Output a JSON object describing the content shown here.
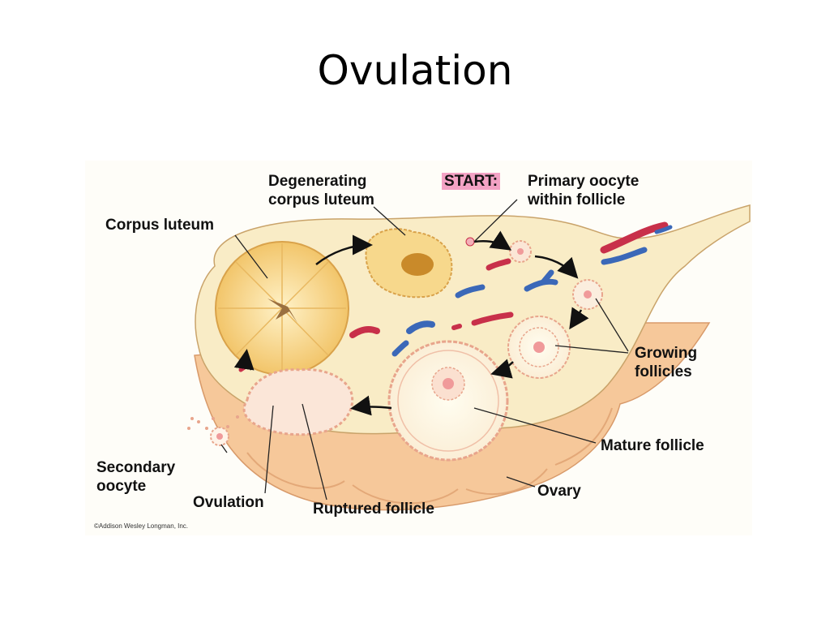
{
  "slide": {
    "title": "Ovulation"
  },
  "diagram": {
    "labels": {
      "degenerating_corpus_luteum": "Degenerating\ncorpus luteum",
      "start_tag": "START:",
      "primary_oocyte": "Primary oocyte\nwithin follicle",
      "corpus_luteum": "Corpus luteum",
      "growing_follicles": "Growing\nfollicles",
      "mature_follicle": "Mature follicle",
      "secondary_oocyte": "Secondary\noocyte",
      "ovulation": "Ovulation",
      "ruptured_follicle": "Ruptured follicle",
      "ovary": "Ovary"
    },
    "copyright": "©Addison Wesley Longman, Inc.",
    "colors": {
      "ovary_surface": "#f9ecc6",
      "ovary_underside": "#f6c89a",
      "corpus_luteum": "#f6cf7a",
      "blood_vessel_red": "#c8304a",
      "blood_vessel_blue": "#3b68b8",
      "follicle_ring": "#e8a58c",
      "start_highlight": "#f3a2c4"
    }
  }
}
